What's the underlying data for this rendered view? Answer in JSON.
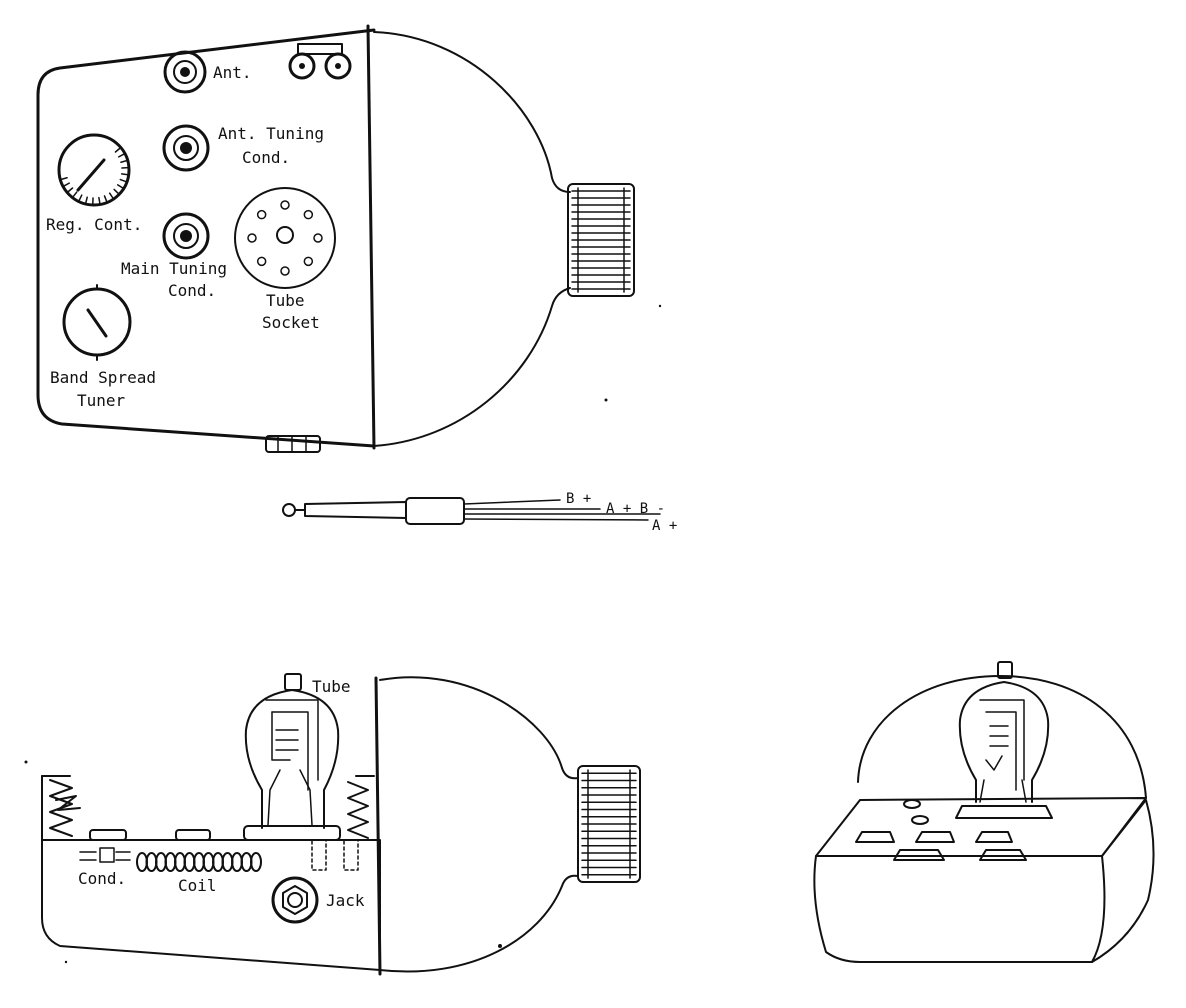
{
  "top_view": {
    "labels": {
      "ant": "Ant.",
      "ant_tuning_1": "Ant. Tuning",
      "ant_tuning_2": "Cond.",
      "reg_cont": "Reg. Cont.",
      "main_tuning_1": "Main Tuning",
      "main_tuning_2": "Cond.",
      "tube_socket_1": "Tube",
      "tube_socket_2": "Socket",
      "band_spread_1": "Band Spread",
      "band_spread_2": "Tuner"
    }
  },
  "battery_cable": {
    "labels": {
      "b_plus": "B +",
      "a_plus_b_minus": "A + B -",
      "a_plus": "A +"
    }
  },
  "side_view": {
    "labels": {
      "tube": "Tube",
      "cond": "Cond.",
      "coil": "Coil",
      "jack": "Jack"
    }
  }
}
